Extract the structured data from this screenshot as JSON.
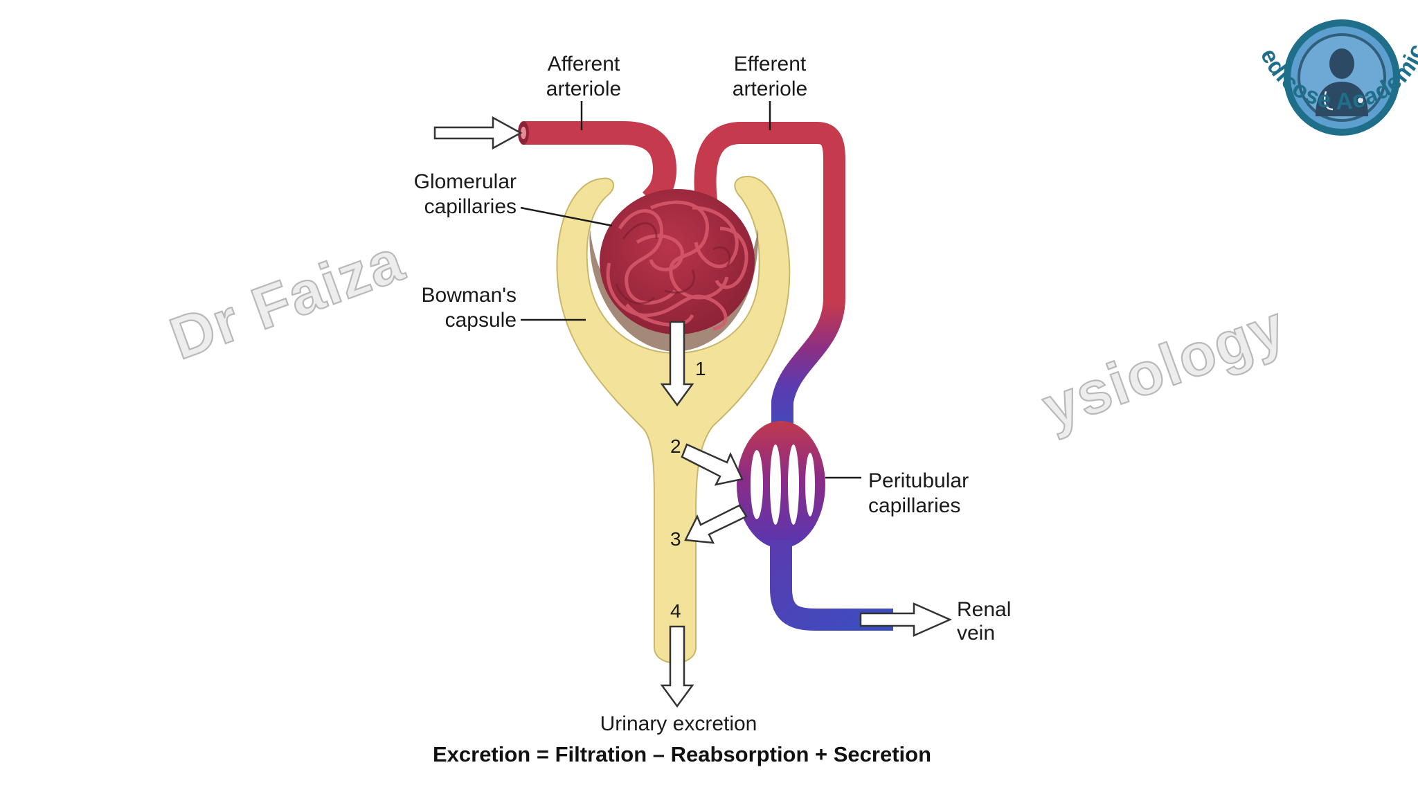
{
  "labels": {
    "afferent_line1": "Afferent",
    "afferent_line2": "arteriole",
    "efferent_line1": "Efferent",
    "efferent_line2": "arteriole",
    "glomerular_line1": "Glomerular",
    "glomerular_line2": "capillaries",
    "bowman_line1": "Bowman's",
    "bowman_line2": "capsule",
    "peritubular_line1": "Peritubular",
    "peritubular_line2": "capillaries",
    "renal_line1": "Renal",
    "renal_line2": "vein",
    "urinary": "Urinary excretion"
  },
  "steps": [
    "1",
    "2",
    "3",
    "4"
  ],
  "equation": "Excretion = Filtration – Reabsorption + Secretion",
  "watermark": {
    "left": "Dr Faiza",
    "right": "ysiology"
  },
  "logo": {
    "text": "Medicose Academics",
    "icon": "doctor-avatar-icon"
  },
  "colors": {
    "artery": "#c53a4d",
    "vein": "#3b4ec0",
    "capsule": "#f3e39a",
    "capsule_edge": "#c9b66a",
    "logo": "#1f6f8b"
  }
}
